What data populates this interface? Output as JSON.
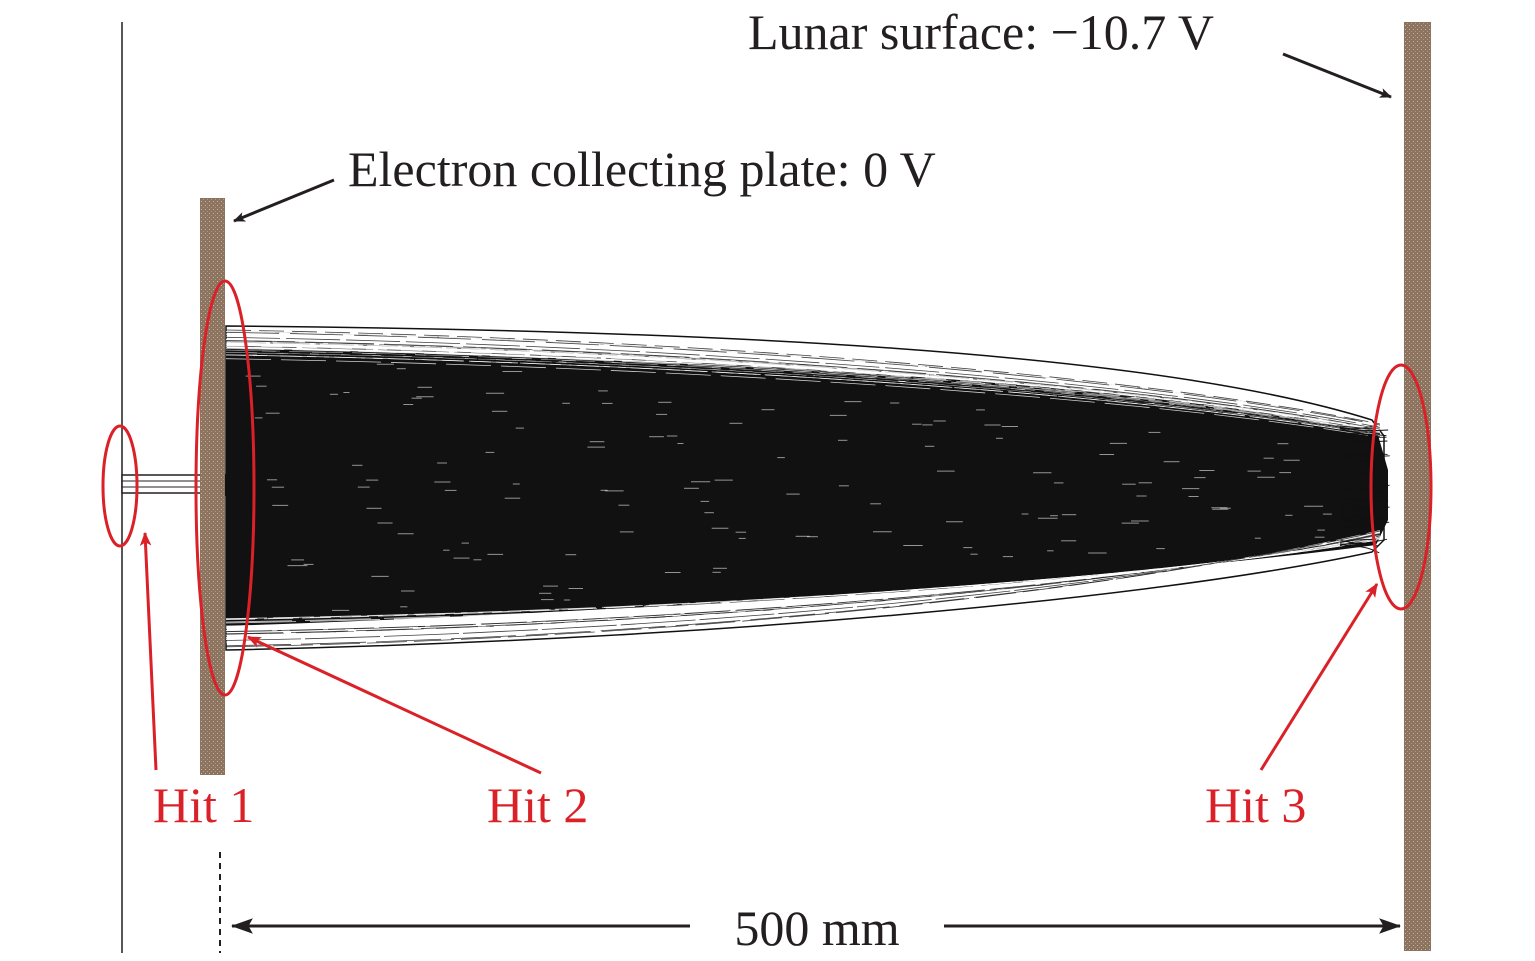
{
  "labels": {
    "lunar_surface": "Lunar surface: −10.7 V",
    "collecting_plate": "Electron collecting plate: 0 V",
    "hit1": "Hit 1",
    "hit2": "Hit 2",
    "hit3": "Hit 3",
    "distance": "500 mm"
  },
  "colors": {
    "plate": "#8b7360",
    "plate_dots": "#c8b8a6",
    "beam": "#111111",
    "annotation": "#da2128",
    "ink": "#231f20"
  }
}
